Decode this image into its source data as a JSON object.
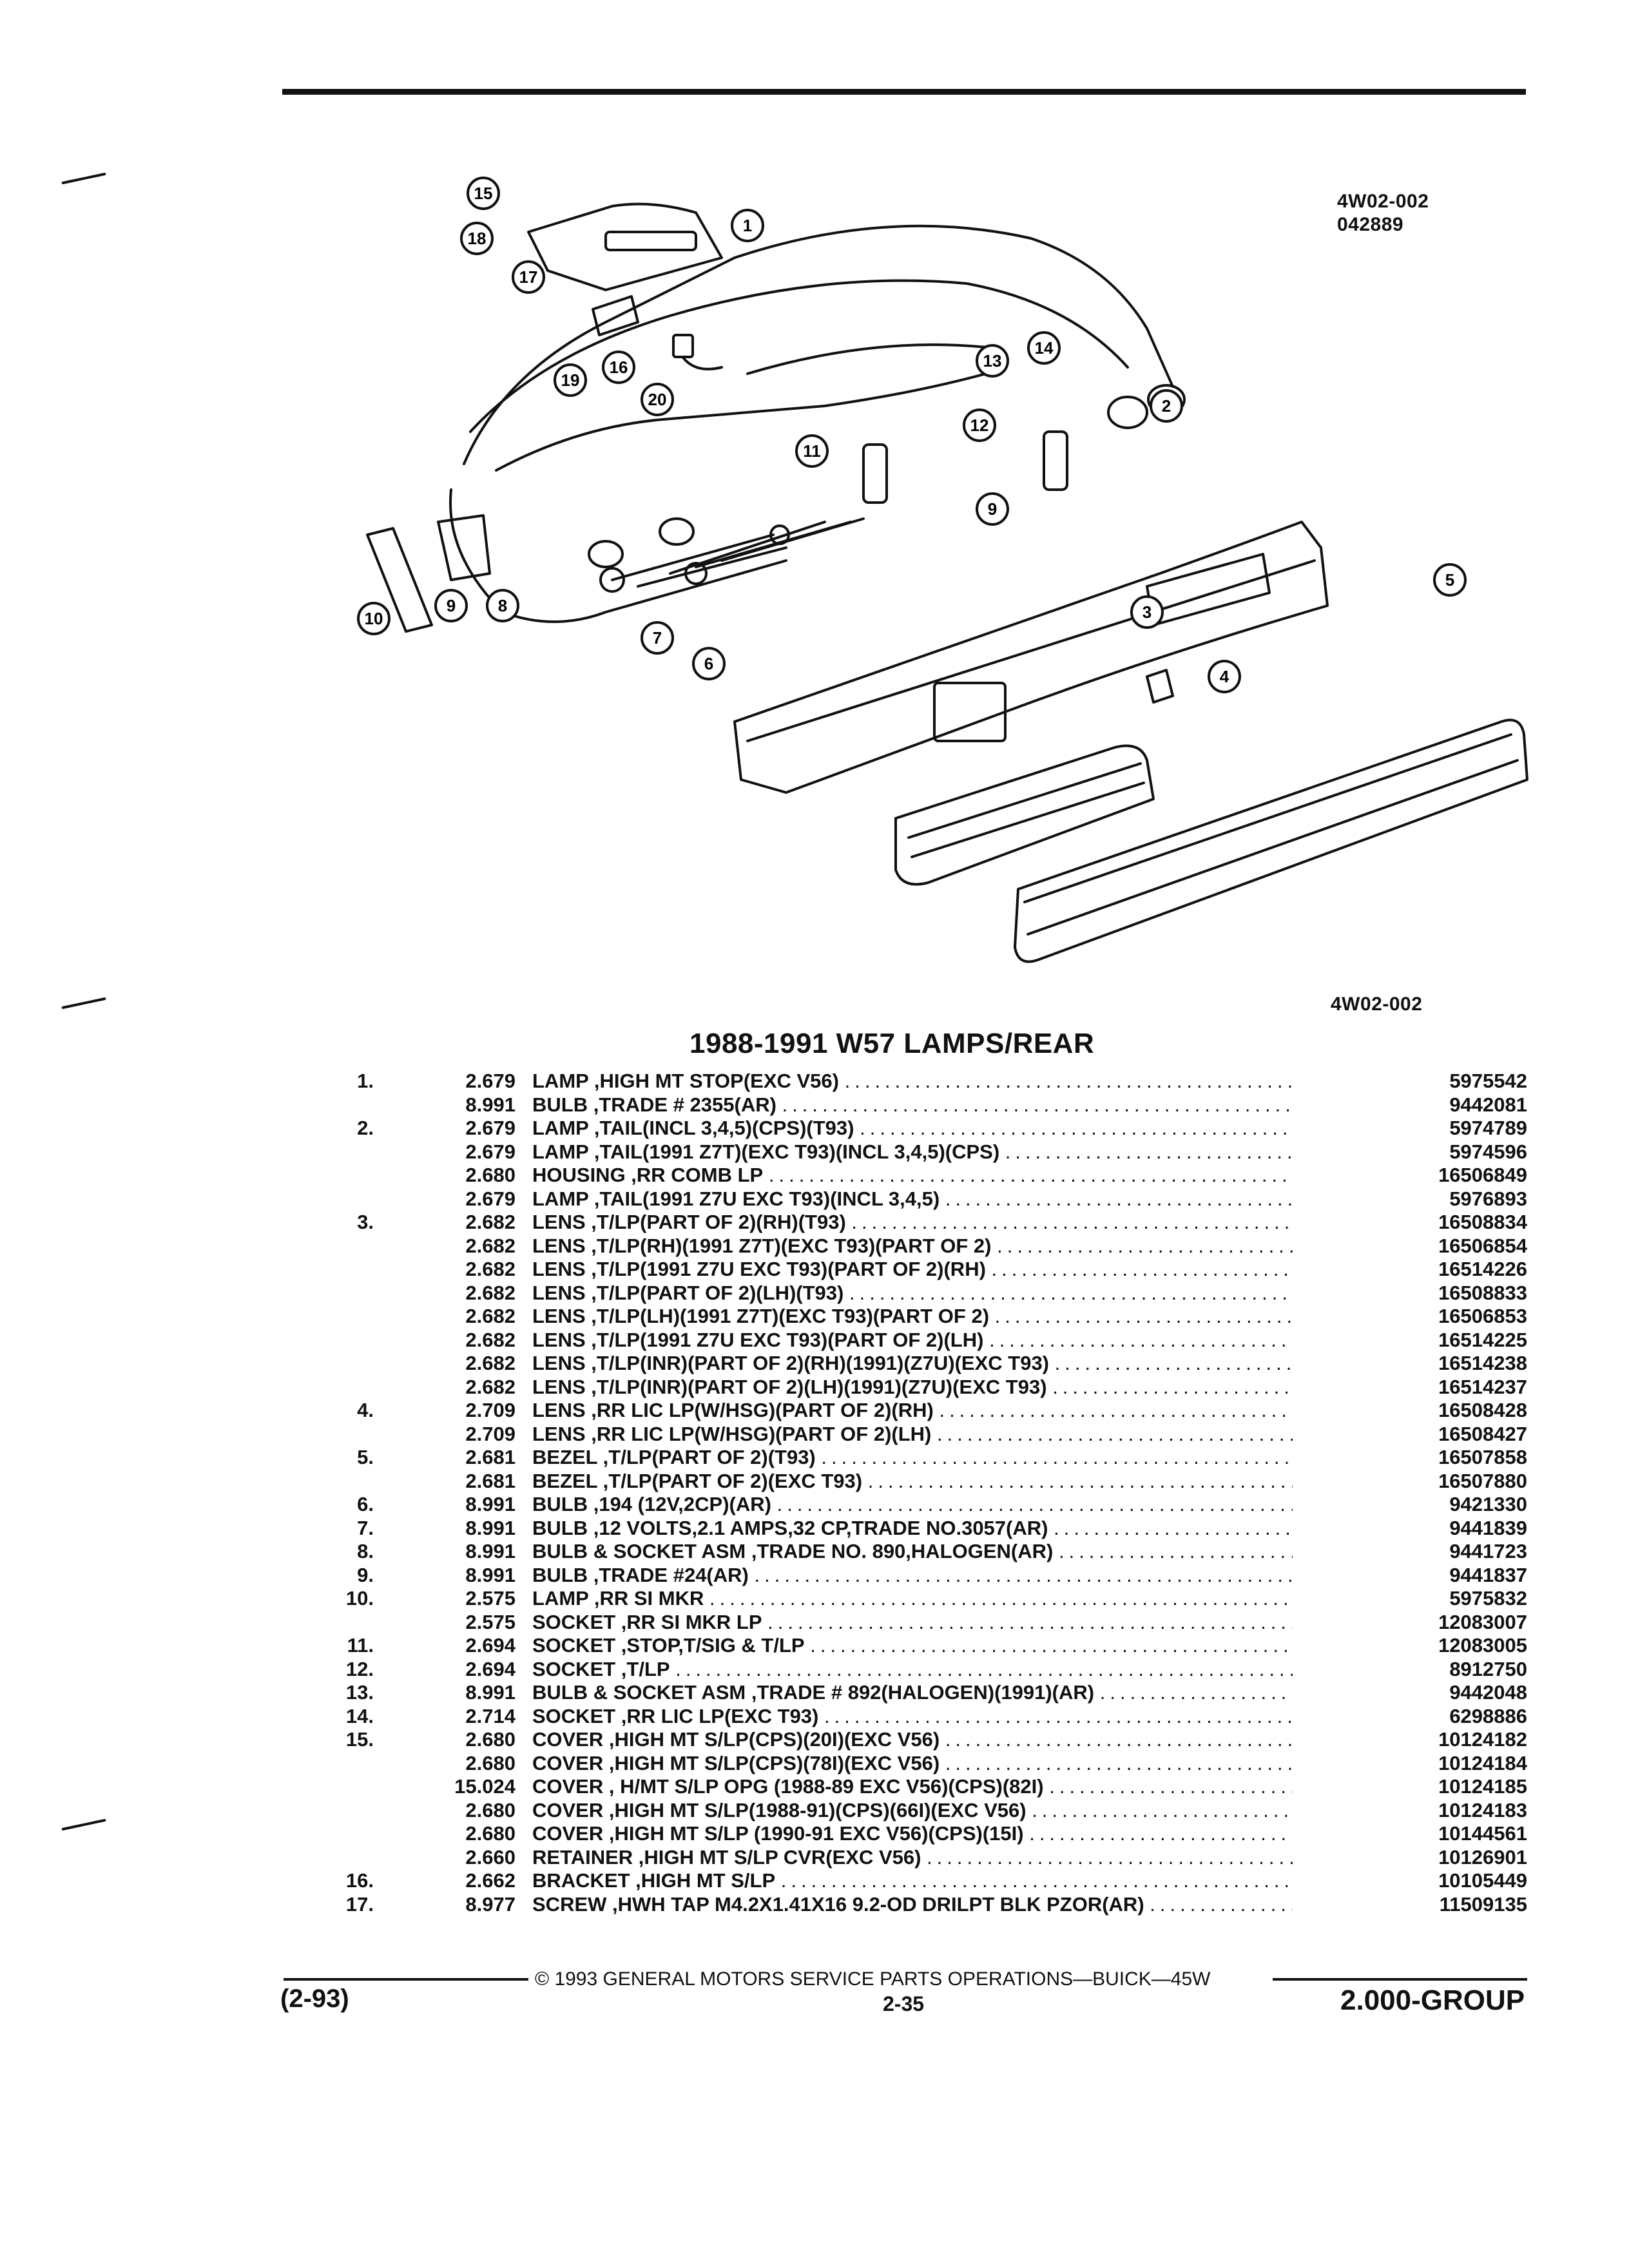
{
  "diagram": {
    "id_top": "4W02-002",
    "id_code": "042889",
    "id_bottom": "4W02-002",
    "callouts": [
      "15",
      "1",
      "18",
      "17",
      "16",
      "19",
      "20",
      "2",
      "12",
      "13",
      "14",
      "11",
      "9",
      "10",
      "9",
      "8",
      "7",
      "6",
      "3",
      "4",
      "5"
    ]
  },
  "title": "1988-1991 W57 LAMPS/REAR",
  "parts": [
    {
      "item": "1.",
      "ref": "2.679",
      "desc": "LAMP ,HIGH MT STOP(EXC V56)",
      "part": "5975542"
    },
    {
      "item": "",
      "ref": "8.991",
      "desc": "BULB ,TRADE # 2355(AR)",
      "part": "9442081"
    },
    {
      "item": "2.",
      "ref": "2.679",
      "desc": "LAMP ,TAIL(INCL 3,4,5)(CPS)(T93)",
      "part": "5974789"
    },
    {
      "item": "",
      "ref": "2.679",
      "desc": "LAMP ,TAIL(1991 Z7T)(EXC T93)(INCL 3,4,5)(CPS)",
      "part": "5974596"
    },
    {
      "item": "",
      "ref": "2.680",
      "desc": "HOUSING ,RR COMB LP",
      "part": "16506849"
    },
    {
      "item": "",
      "ref": "2.679",
      "desc": "LAMP ,TAIL(1991 Z7U EXC T93)(INCL 3,4,5)",
      "part": "5976893"
    },
    {
      "item": "3.",
      "ref": "2.682",
      "desc": "LENS ,T/LP(PART OF 2)(RH)(T93)",
      "part": "16508834"
    },
    {
      "item": "",
      "ref": "2.682",
      "desc": "LENS ,T/LP(RH)(1991 Z7T)(EXC T93)(PART OF 2)",
      "part": "16506854"
    },
    {
      "item": "",
      "ref": "2.682",
      "desc": "LENS ,T/LP(1991 Z7U EXC T93)(PART OF 2)(RH)",
      "part": "16514226"
    },
    {
      "item": "",
      "ref": "2.682",
      "desc": "LENS ,T/LP(PART OF 2)(LH)(T93)",
      "part": "16508833"
    },
    {
      "item": "",
      "ref": "2.682",
      "desc": "LENS ,T/LP(LH)(1991 Z7T)(EXC T93)(PART OF 2)",
      "part": "16506853"
    },
    {
      "item": "",
      "ref": "2.682",
      "desc": "LENS ,T/LP(1991 Z7U EXC T93)(PART OF 2)(LH)",
      "part": "16514225"
    },
    {
      "item": "",
      "ref": "2.682",
      "desc": "LENS ,T/LP(INR)(PART OF 2)(RH)(1991)(Z7U)(EXC T93)",
      "part": "16514238"
    },
    {
      "item": "",
      "ref": "2.682",
      "desc": "LENS ,T/LP(INR)(PART OF 2)(LH)(1991)(Z7U)(EXC T93)",
      "part": "16514237"
    },
    {
      "item": "4.",
      "ref": "2.709",
      "desc": "LENS ,RR LIC LP(W/HSG)(PART OF 2)(RH)",
      "part": "16508428"
    },
    {
      "item": "",
      "ref": "2.709",
      "desc": "LENS ,RR LIC LP(W/HSG)(PART OF 2)(LH)",
      "part": "16508427"
    },
    {
      "item": "5.",
      "ref": "2.681",
      "desc": "BEZEL ,T/LP(PART OF 2)(T93)",
      "part": "16507858"
    },
    {
      "item": "",
      "ref": "2.681",
      "desc": "BEZEL ,T/LP(PART OF 2)(EXC T93)",
      "part": "16507880"
    },
    {
      "item": "6.",
      "ref": "8.991",
      "desc": "BULB ,194 (12V,2CP)(AR)",
      "part": "9421330"
    },
    {
      "item": "7.",
      "ref": "8.991",
      "desc": "BULB ,12 VOLTS,2.1 AMPS,32 CP,TRADE NO.3057(AR)",
      "part": "9441839"
    },
    {
      "item": "8.",
      "ref": "8.991",
      "desc": "BULB & SOCKET ASM ,TRADE NO. 890,HALOGEN(AR)",
      "part": "9441723"
    },
    {
      "item": "9.",
      "ref": "8.991",
      "desc": "BULB ,TRADE #24(AR)",
      "part": "9441837"
    },
    {
      "item": "10.",
      "ref": "2.575",
      "desc": "LAMP ,RR SI MKR",
      "part": "5975832"
    },
    {
      "item": "",
      "ref": "2.575",
      "desc": "SOCKET ,RR SI MKR LP",
      "part": "12083007"
    },
    {
      "item": "11.",
      "ref": "2.694",
      "desc": "SOCKET ,STOP,T/SIG & T/LP",
      "part": "12083005"
    },
    {
      "item": "12.",
      "ref": "2.694",
      "desc": "SOCKET ,T/LP",
      "part": "8912750"
    },
    {
      "item": "13.",
      "ref": "8.991",
      "desc": "BULB & SOCKET ASM ,TRADE # 892(HALOGEN)(1991)(AR)",
      "part": "9442048"
    },
    {
      "item": "14.",
      "ref": "2.714",
      "desc": "SOCKET ,RR LIC LP(EXC T93)",
      "part": "6298886"
    },
    {
      "item": "15.",
      "ref": "2.680",
      "desc": "COVER ,HIGH MT S/LP(CPS)(20I)(EXC V56)",
      "part": "10124182"
    },
    {
      "item": "",
      "ref": "2.680",
      "desc": "COVER ,HIGH MT S/LP(CPS)(78I)(EXC V56)",
      "part": "10124184"
    },
    {
      "item": "",
      "ref": "15.024",
      "desc": "COVER , H/MT S/LP OPG (1988-89 EXC V56)(CPS)(82I)",
      "part": "10124185"
    },
    {
      "item": "",
      "ref": "2.680",
      "desc": "COVER ,HIGH MT S/LP(1988-91)(CPS)(66I)(EXC V56)",
      "part": "10124183"
    },
    {
      "item": "",
      "ref": "2.680",
      "desc": "COVER ,HIGH MT S/LP (1990-91 EXC V56)(CPS)(15I)",
      "part": "10144561"
    },
    {
      "item": "",
      "ref": "2.660",
      "desc": "RETAINER ,HIGH MT S/LP CVR(EXC V56)",
      "part": "10126901"
    },
    {
      "item": "16.",
      "ref": "2.662",
      "desc": "BRACKET ,HIGH MT S/LP",
      "part": "10105449"
    },
    {
      "item": "17.",
      "ref": "8.977",
      "desc": "SCREW ,HWH TAP M4.2X1.41X16 9.2-OD DRILPT BLK PZOR(AR)",
      "part": "11509135"
    }
  ],
  "footer": {
    "copyright": "© 1993 GENERAL MOTORS SERVICE PARTS OPERATIONS—BUICK—45W",
    "left": "(2-93)",
    "page": "2-35",
    "right": "2.000-GROUP"
  }
}
